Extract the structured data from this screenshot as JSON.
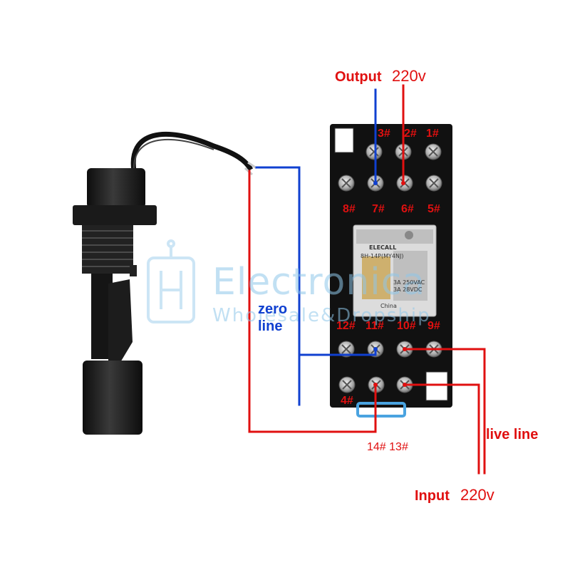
{
  "watermark": {
    "brand": "Electronica",
    "tagline": "Wholesale&Dropship"
  },
  "labels": {
    "output_word": "Output",
    "output_voltage": "220v",
    "input_word": "Input",
    "input_voltage": "220v",
    "zero_line_1": "zero",
    "zero_line_2": "line",
    "live_line": "live line"
  },
  "pins": {
    "top_row": [
      "3#",
      "2#",
      "1#"
    ],
    "row_two": [
      "8#",
      "7#",
      "6#",
      "5#"
    ],
    "row_three": [
      "12#",
      "11#",
      "10#",
      "9#"
    ],
    "bottom_left": "4#",
    "bottom_pair": "14# 13#"
  },
  "relay_marks": {
    "brand": "ELECALL",
    "model": "8H-14P(MY4NJ)",
    "rating_ac": "3A 250VAC",
    "rating_dc": "3A 28VDC",
    "origin": "China"
  },
  "colors": {
    "wire_red": "#e01010",
    "wire_blue": "#1040d0",
    "socket": "#111111",
    "watermark": "#8fc7ea"
  }
}
